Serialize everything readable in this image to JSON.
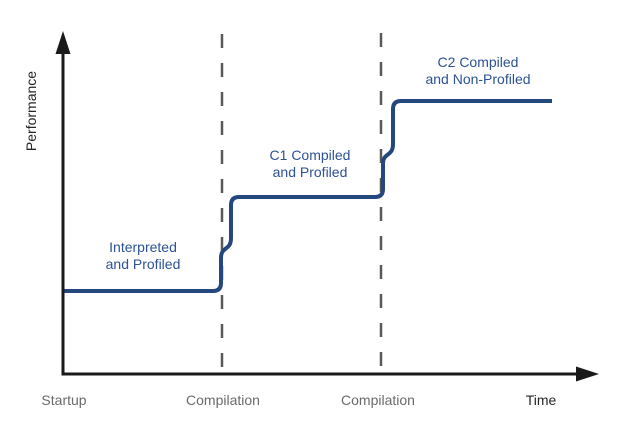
{
  "diagram": {
    "title_context": "JIT tiered compilation performance diagram",
    "y_axis_label": "Performance",
    "x_axis_label": "Time",
    "x_ticks": {
      "startup": "Startup",
      "compilation1": "Compilation",
      "compilation2": "Compilation"
    },
    "phases": {
      "interpreted": {
        "line1": "Interpreted",
        "line2": "and Profiled"
      },
      "c1": {
        "line1": "C1 Compiled",
        "line2": "and Profiled"
      },
      "c2": {
        "line1": "C2 Compiled",
        "line2": "and Non-Profiled"
      }
    },
    "colors": {
      "curve": "#24477e",
      "phase_label_text": "#2d5295",
      "axis": "#1a1a1a",
      "tick_text": "#6b6b6b",
      "dashed_line": "#595959"
    }
  }
}
